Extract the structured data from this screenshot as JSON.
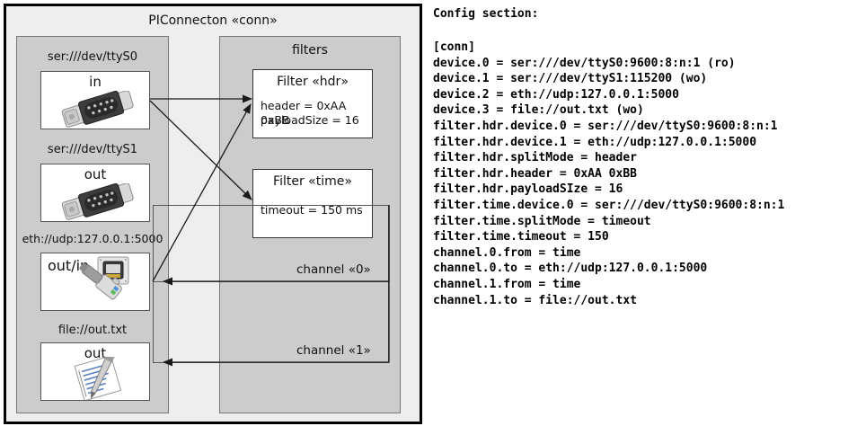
{
  "diagram": {
    "title": "PIConnecton «conn»",
    "devices_panel": {
      "items": [
        {
          "label": "ser:///dev/ttyS0",
          "direction": "in",
          "icon": "serial-db9-icon"
        },
        {
          "label": "ser:///dev/ttyS1",
          "direction": "out",
          "icon": "serial-db9-icon"
        },
        {
          "label": "eth://udp:127.0.0.1:5000",
          "direction": "out/in",
          "icon": "ethernet-rj45-icon"
        },
        {
          "label": "file://out.txt",
          "direction": "out",
          "icon": "file-document-icon"
        }
      ]
    },
    "filters_panel": {
      "title": "filters",
      "filters": [
        {
          "title": "Filter «hdr»",
          "props": [
            "header = 0xAA 0xBB",
            "payloadSize = 16"
          ]
        },
        {
          "title": "Filter «time»",
          "props": [
            "timeout = 150 ms"
          ]
        }
      ],
      "channels": [
        {
          "label": "channel «0»"
        },
        {
          "label": "channel «1»"
        }
      ]
    }
  },
  "config": {
    "heading": "Config section:",
    "lines": [
      "[conn]",
      "device.0 = ser:///dev/ttyS0:9600:8:n:1 (ro)",
      "device.1 = ser:///dev/ttyS1:115200 (wo)",
      "device.2 = eth://udp:127.0.0.1:5000",
      "device.3 = file://out.txt (wo)",
      "filter.hdr.device.0 = ser:///dev/ttyS0:9600:8:n:1",
      "filter.hdr.device.1 = eth://udp:127.0.0.1:5000",
      "filter.hdr.splitMode = header",
      "filter.hdr.header = 0xAA 0xBB",
      "filter.hdr.payloadSIze = 16",
      "filter.time.device.0 = ser:///dev/ttyS0:9600:8:n:1",
      "filter.time.splitMode = timeout",
      "filter.time.timeout = 150",
      "channel.0.from = time",
      "channel.0.to = eth://udp:127.0.0.1:5000",
      "channel.1.from = time",
      "channel.1.to = file://out.txt"
    ]
  },
  "colors": {
    "frame_border": "#000000",
    "outer_bg": "#eeeeee",
    "panel_bg": "#cccccc",
    "panel_border": "#777777",
    "tile_bg": "#ffffff",
    "wire": "#1a1a1a"
  }
}
